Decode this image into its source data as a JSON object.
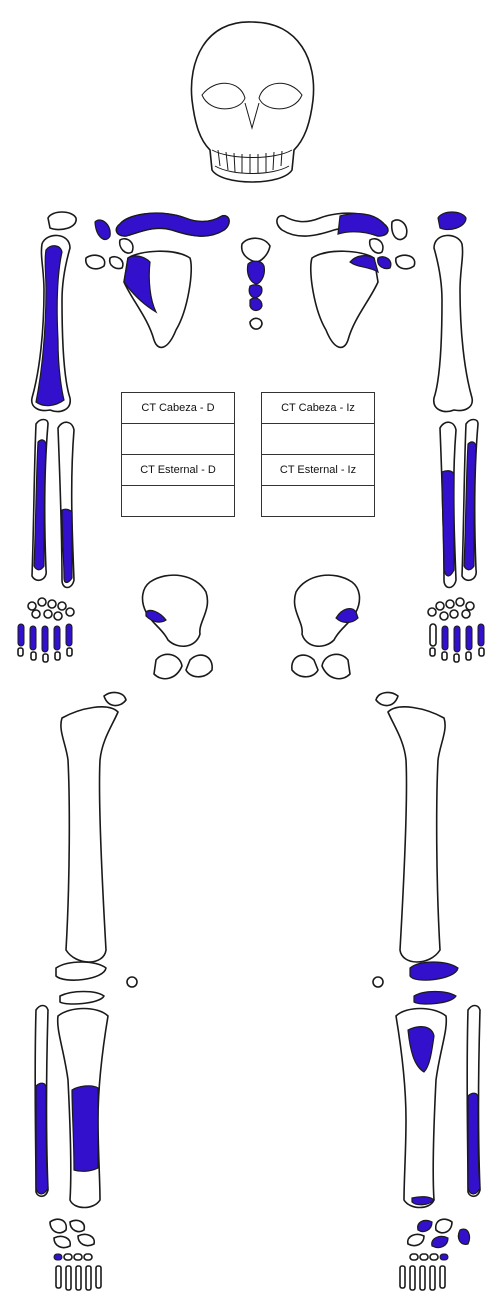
{
  "highlight_color": "#3311cc",
  "tables": {
    "right": {
      "head_label": "CT Cabeza - D",
      "head_value": "",
      "sternal_label": "CT Esternal - D",
      "sternal_value": ""
    },
    "left": {
      "head_label": "CT Cabeza - Iz",
      "head_value": "",
      "sternal_label": "CT Esternal - Iz",
      "sternal_value": ""
    }
  }
}
